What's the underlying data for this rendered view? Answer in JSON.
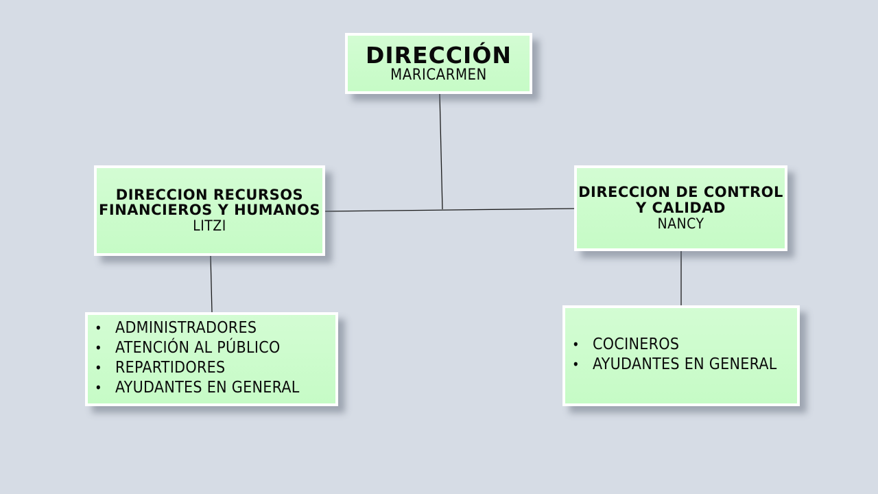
{
  "org_chart": {
    "top": {
      "title": "DIRECCIÓN",
      "name": "MARICARMEN"
    },
    "left": {
      "title_line1": "DIRECCION RECURSOS",
      "title_line2": "FINANCIEROS  Y HUMANOS",
      "name": "LITZI",
      "staff": [
        "ADMINISTRADORES",
        "ATENCIÓN AL PÚBLICO",
        "REPARTIDORES",
        "AYUDANTES EN GENERAL"
      ]
    },
    "right": {
      "title_line1": "DIRECCION DE CONTROL",
      "title_line2": "Y CALIDAD",
      "name": "NANCY",
      "staff": [
        "COCINEROS",
        "AYUDANTES EN GENERAL"
      ]
    }
  },
  "colors": {
    "background": "#d6dce5",
    "box_fill": "#c6fbc6",
    "box_border": "#ffffff",
    "line": "#1a1a1a"
  }
}
